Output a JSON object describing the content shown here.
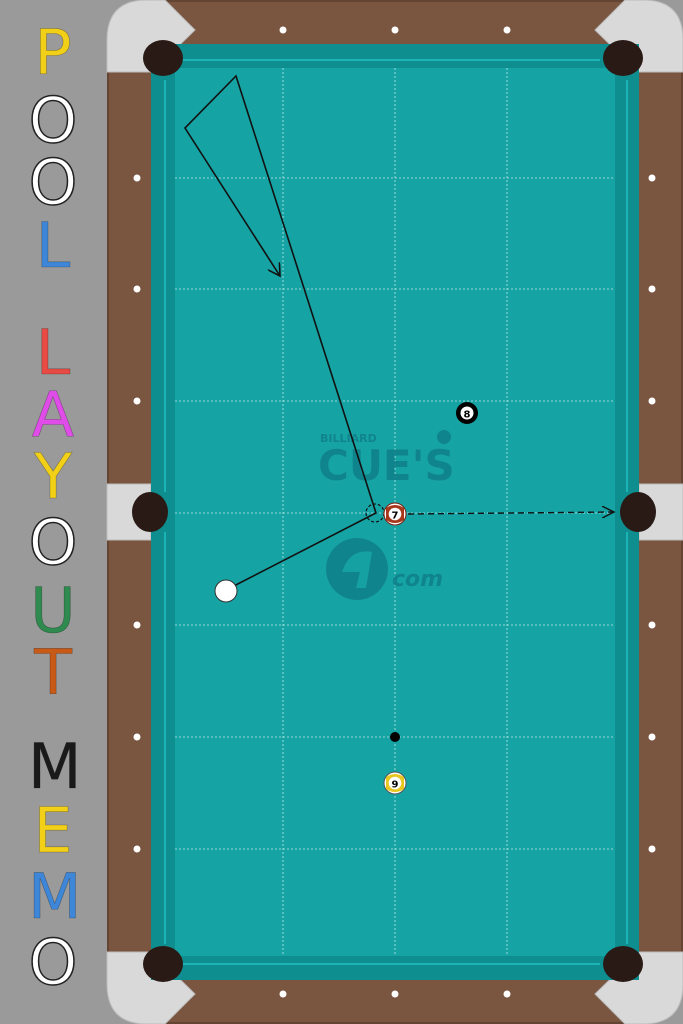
{
  "title_letters": [
    {
      "char": "P",
      "color": "#f3d018"
    },
    {
      "char": "O",
      "color": "#ffffff"
    },
    {
      "char": "O",
      "color": "#ffffff"
    },
    {
      "char": "L",
      "color": "#3d86d8"
    },
    {
      "char": "L",
      "color": "#e84a44"
    },
    {
      "char": "A",
      "color": "#e04ce8"
    },
    {
      "char": "Y",
      "color": "#f3d018"
    },
    {
      "char": "O",
      "color": "#ffffff"
    },
    {
      "char": "U",
      "color": "#2e8a4e"
    },
    {
      "char": "T",
      "color": "#c85a18"
    },
    {
      "char": "M",
      "color": "#1a1a1a"
    },
    {
      "char": "E",
      "color": "#f3d018"
    },
    {
      "char": "M",
      "color": "#3d86d8"
    },
    {
      "char": "O",
      "color": "#ffffff"
    }
  ],
  "balls": [
    {
      "id": "cue",
      "label": ""
    },
    {
      "id": "seven",
      "label": "7"
    },
    {
      "id": "eight",
      "label": "8"
    },
    {
      "id": "nine",
      "label": "9"
    }
  ],
  "watermark": {
    "small": "BILLIARD",
    "main": "CUE'S",
    "com": "com"
  },
  "colors": {
    "felt": "#16a3a4",
    "rail_cushion": "#1aa9aa",
    "wood": "#7a5540",
    "pocket": "#2a1a16",
    "corner": "#d8d8d8"
  }
}
